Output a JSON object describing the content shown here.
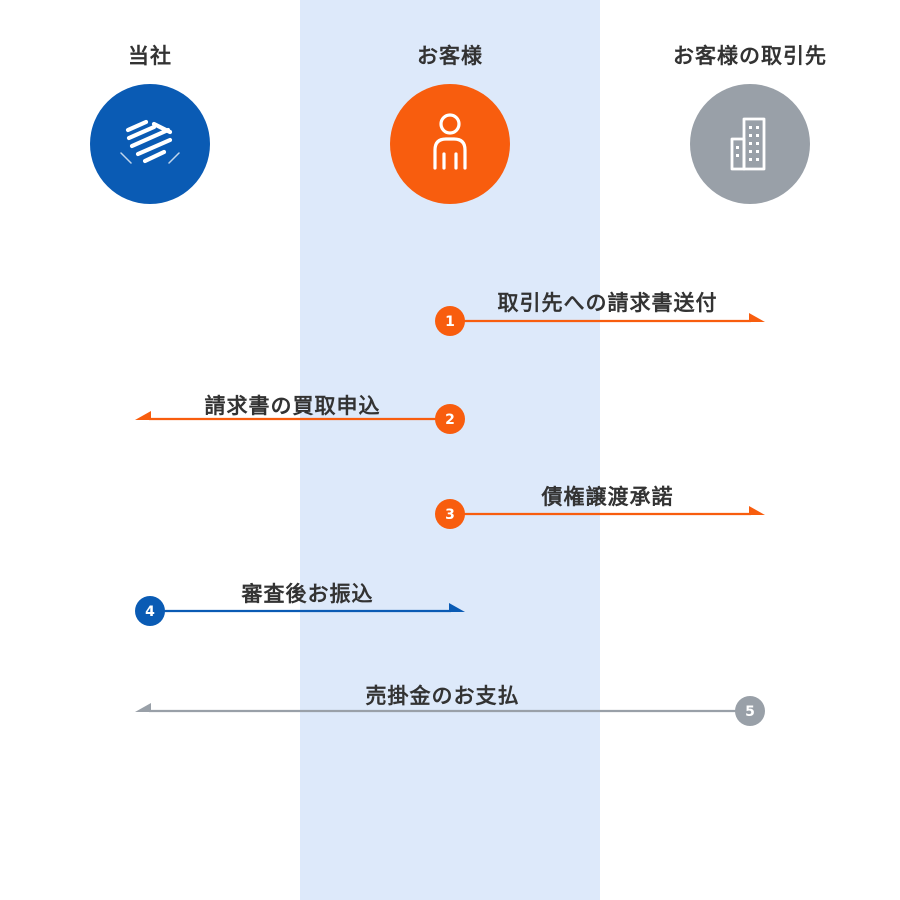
{
  "colors": {
    "center_band": "#dde9fa",
    "our_company": "#0a5bb4",
    "customer": "#f85d0e",
    "partner": "#99a0a8",
    "text": "#333333"
  },
  "columns": [
    {
      "key": "our_company",
      "title": "当社",
      "icon": "heart-logo-icon"
    },
    {
      "key": "customer",
      "title": "お客様",
      "icon": "person-icon"
    },
    {
      "key": "partner",
      "title": "お客様の取引先",
      "icon": "building-icon"
    }
  ],
  "steps": [
    {
      "number": "1",
      "label": "取引先への請求書送付",
      "from": "customer",
      "to": "partner",
      "color_key": "customer"
    },
    {
      "number": "2",
      "label": "請求書の買取申込",
      "from": "customer",
      "to": "our_company",
      "color_key": "customer"
    },
    {
      "number": "3",
      "label": "債権譲渡承諾",
      "from": "customer",
      "to": "partner",
      "color_key": "customer"
    },
    {
      "number": "4",
      "label": "審査後お振込",
      "from": "our_company",
      "to": "customer",
      "color_key": "our_company"
    },
    {
      "number": "5",
      "label": "売掛金のお支払",
      "from": "partner",
      "to": "our_company",
      "color_key": "partner"
    }
  ]
}
